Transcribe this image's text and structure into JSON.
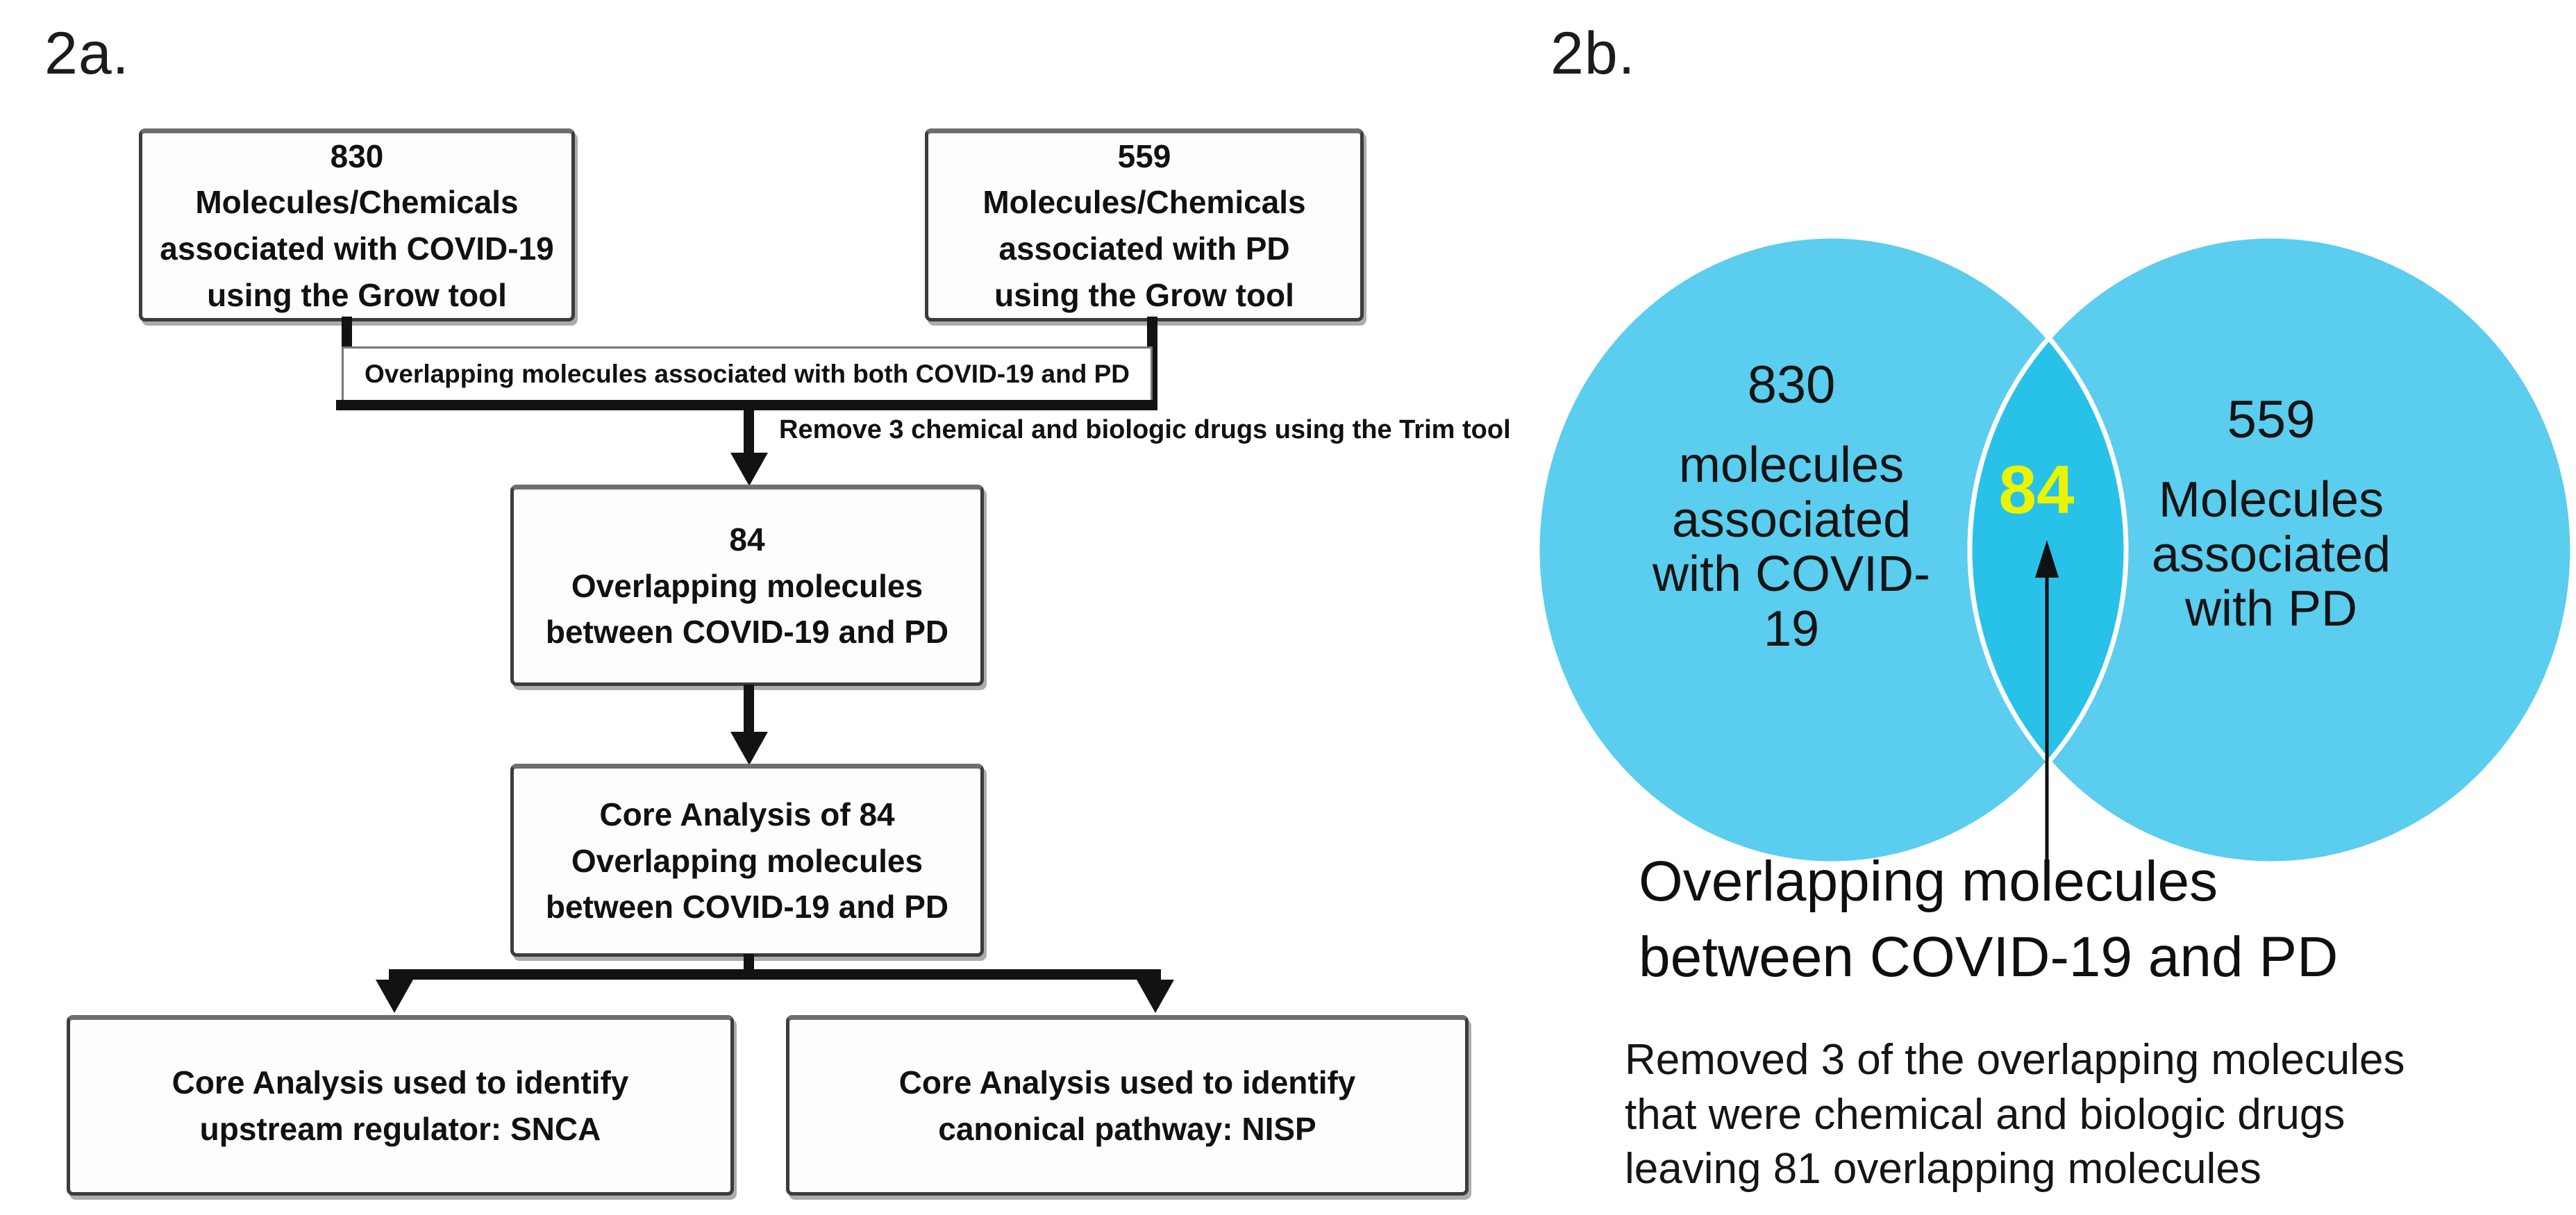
{
  "panel_a": {
    "label": "2a.",
    "box_covid": {
      "lines": [
        "830",
        "Molecules/Chemicals",
        "associated with COVID-19",
        "using the Grow tool"
      ]
    },
    "box_pd": {
      "lines": [
        "559",
        "Molecules/Chemicals",
        "associated with PD",
        "using the Grow tool"
      ]
    },
    "bar_label": "Overlapping molecules associated with both COVID-19 and PD",
    "trim_note": "Remove 3 chemical and biologic drugs using the Trim tool",
    "box_overlap": {
      "lines": [
        "84",
        "Overlapping molecules",
        "between COVID-19 and PD"
      ]
    },
    "box_core": {
      "lines": [
        "Core Analysis of 84",
        "Overlapping molecules",
        "between COVID-19 and PD"
      ]
    },
    "box_upstream": {
      "lines": [
        "Core Analysis used to identify",
        "upstream regulator: SNCA"
      ]
    },
    "box_canonical": {
      "lines": [
        "Core Analysis used to identify",
        "canonical pathway: NISP"
      ]
    }
  },
  "panel_b": {
    "label": "2b.",
    "venn": {
      "left": {
        "number": "830",
        "label": "molecules\nassociated\nwith COVID-\n19"
      },
      "right": {
        "number": "559",
        "label": "Molecules\nassociated\nwith PD"
      },
      "overlap_count": "84",
      "circle_color": "#5bcdee",
      "overlap_color": "#28c2e9",
      "overlap_count_color": "#eaf400"
    },
    "caption": "Overlapping molecules\nbetween COVID-19 and PD",
    "note": "Removed 3 of the overlapping molecules\nthat were chemical and biologic drugs\nleaving 81 overlapping molecules"
  }
}
